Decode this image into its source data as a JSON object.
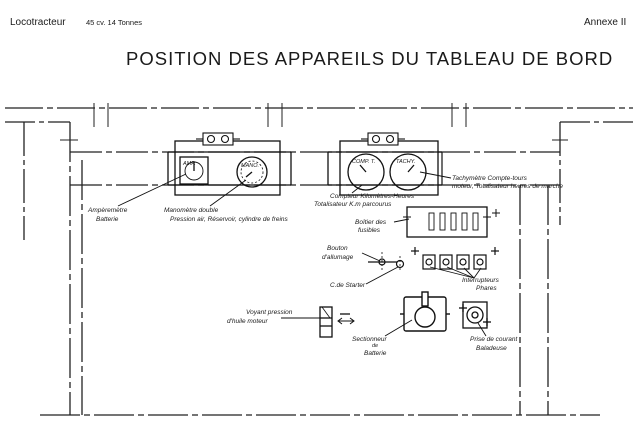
{
  "header": {
    "left_title": "Locotracteur",
    "left_spec": "45 cv. 14 Tonnes",
    "annex": "Annexe II",
    "main_title": "POSITION DES APPAREILS DU TABLEAU DE BORD"
  },
  "gauges": {
    "amp": "AMP.",
    "mano": "MANO.",
    "comp": "COMP. T.",
    "tachy": "TACHY."
  },
  "labels": {
    "amperemetre_1": "Ampèremètre",
    "amperemetre_2": "Batterie",
    "manometre_1": "Manomètre double",
    "manometre_2": "Pression air, Réservoir, cylindre de freins",
    "compteur_1": "Compteur Kilomètres-Heures",
    "compteur_2": "Totalisateur K.m parcourus",
    "tachy_1": "Tachymètre Compte-tours",
    "tachy_2": "moteur, Totalisateur heures de marche",
    "fusibles_1": "Boîtier des",
    "fusibles_2": "fusibles",
    "allumage_1": "Bouton",
    "allumage_2": "d'allumage",
    "starter": "C.de Starter",
    "interrupteurs_1": "Interrupteurs",
    "interrupteurs_2": "Phares",
    "voyant_1": "Voyant pression",
    "voyant_2": "d'huile moteur",
    "sectionneur_1": "Sectionneur",
    "sectionneur_2": "de",
    "sectionneur_3": "Batterie",
    "prise_1": "Prise de courant",
    "prise_2": "Baladeuse"
  }
}
